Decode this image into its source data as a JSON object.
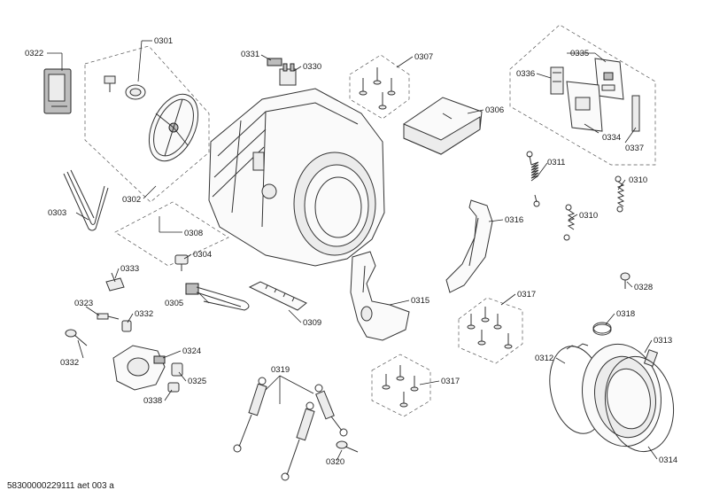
{
  "diagram": {
    "labels": {
      "p0322": "0322",
      "p0301": "0301",
      "p0331": "0331",
      "p0330": "0330",
      "p0307": "0307",
      "p0335": "0335",
      "p0336": "0336",
      "p0306": "0306",
      "p0334": "0334",
      "p0337": "0337",
      "p0302": "0302",
      "p0311": "0311",
      "p0310a": "0310",
      "p0303": "0303",
      "p0308": "0308",
      "p0316": "0316",
      "p0310b": "0310",
      "p0304": "0304",
      "p0333": "0333",
      "p0328": "0328",
      "p0305": "0305",
      "p0315": "0315",
      "p0317a": "0317",
      "p0323": "0323",
      "p0309": "0309",
      "p0332a": "0332",
      "p0318": "0318",
      "p0313": "0313",
      "p0324": "0324",
      "p0312": "0312",
      "p0332b": "0332",
      "p0319": "0319",
      "p0325": "0325",
      "p0317b": "0317",
      "p0338": "0338",
      "p0320": "0320",
      "p0314": "0314"
    },
    "footer": "58300000229111 aet 003 a"
  }
}
